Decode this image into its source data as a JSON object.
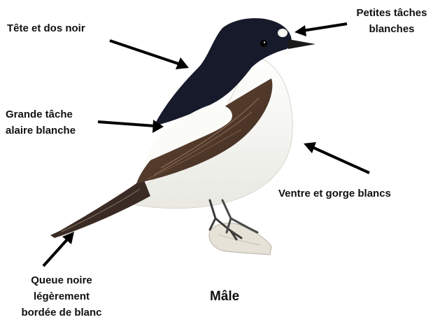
{
  "labels": {
    "head_back": "Tête et dos noir",
    "white_spots": "Petites tâches\nblanches",
    "wing_patch": "Grande tâche\nalaire blanche",
    "belly_throat": "Ventre et gorge blancs",
    "tail": "Queue noire\nlégèrement\nbordée de blanc"
  },
  "caption": "Mâle",
  "colors": {
    "plumage_black": "#161a2a",
    "plumage_white": "#fbfbf7",
    "wing_brown": "#5c4030",
    "arrow": "#000000"
  }
}
